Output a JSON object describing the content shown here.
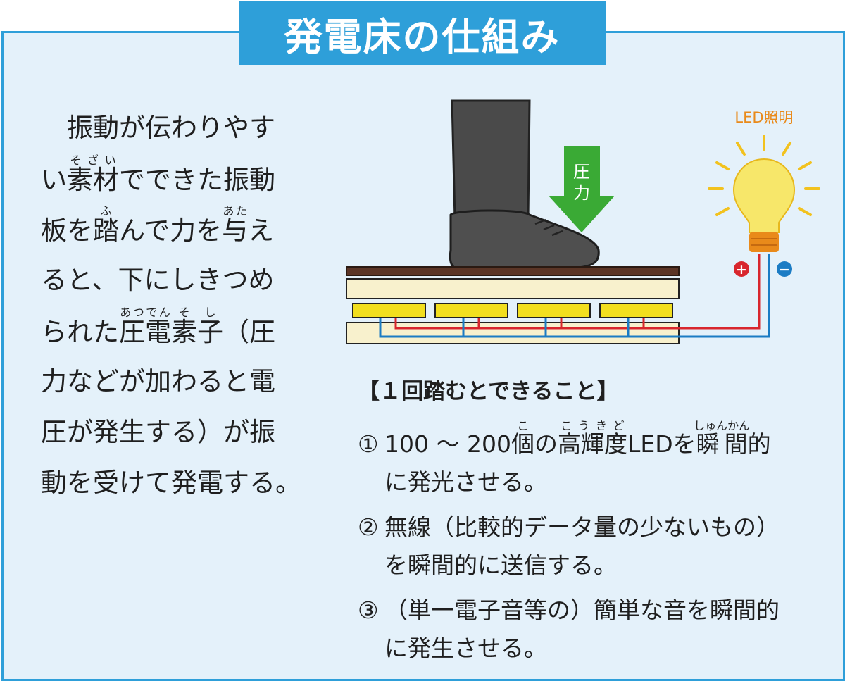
{
  "title": "発電床の仕組み",
  "explanation": {
    "lines": [
      "　振動が伝わりやす",
      "い素材でできた振動",
      "板を踏んで力を与え",
      "ると、下にしきつめ",
      "られた圧電素子（圧",
      "力などが加わると電",
      "圧が発生する）が振",
      "動を受けて発電する。"
    ],
    "furigana": {
      "sozai_base": "素材",
      "sozai_ruby": "そざい",
      "fu_base": "踏",
      "fu_ruby": "ふ",
      "ata_base": "与",
      "ata_ruby": "あた",
      "atsuden_base": "圧電",
      "atsuden_ruby": "あつでん",
      "soshi_base": "素子",
      "soshi_ruby": "そし"
    },
    "segments": {
      "l2_a": "い",
      "l2_b": "でできた振動",
      "l3_a": "板を",
      "l3_b": "んで力を",
      "l3_c": "え",
      "l5_a": "られた",
      "l5_b": "（圧"
    }
  },
  "diagram": {
    "arrow_label_1": "圧",
    "arrow_label_2": "力",
    "led_label": "LED照明",
    "plus_sign": "+",
    "minus_sign": "−"
  },
  "results": {
    "heading": "【１回踏むとできること】",
    "items": [
      {
        "num": "①",
        "text_a": "100 ～ 200",
        "ko_base": "個",
        "ko_ruby": "こ",
        "text_b": "の",
        "kokido_base": "高輝度",
        "kokido_ruby": "こうきど",
        "text_c": "LEDを",
        "shunkan_base": "瞬間",
        "shunkan_ruby": "しゅんかん",
        "text_d": "的",
        "cont": "に発光させる。"
      },
      {
        "num": "②",
        "text": "無線（比較的データ量の少ないもの）",
        "cont": "を瞬間的に送信する。"
      },
      {
        "num": "③",
        "text": "（単一電子音等の）簡単な音を瞬間的",
        "cont": "に発生させる。"
      }
    ]
  },
  "colors": {
    "accent_blue": "#2e9fd9",
    "panel_bg": "#e4f1fa",
    "arrow_green": "#3aaa35",
    "piezo_yellow": "#f2df1f",
    "wire_red": "#d8262d",
    "wire_blue": "#1b7cc4",
    "floor_brown": "#5b3526",
    "led_orange": "#e98a1a"
  }
}
